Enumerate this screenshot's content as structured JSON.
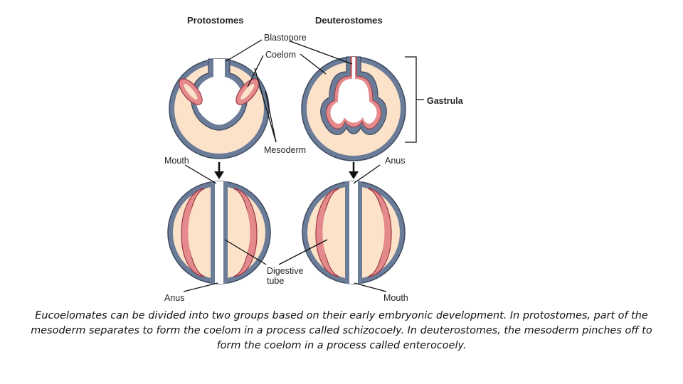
{
  "diagram": {
    "headings": {
      "left": "Protostomes",
      "right": "Deuterostomes"
    },
    "labels": {
      "blastopore": "Blastopore",
      "coelom": "Coelom",
      "mesoderm": "Mesoderm",
      "gastrula": "Gastrula",
      "mouth_left": "Mouth",
      "anus_right": "Anus",
      "digestive_line1": "Digestive",
      "digestive_line2": "tube",
      "anus_left": "Anus",
      "mouth_right": "Mouth"
    },
    "colors": {
      "ectoderm": "#6b7c98",
      "ectoderm_edge": "#3d4a60",
      "cytoplasm": "#fbe2c9",
      "mesoderm": "#e58a8c",
      "mesoderm_edge": "#9b3a45"
    }
  },
  "caption": "Eucoelomates can be divided into two groups based on their early embryonic development. In protostomes, part of the mesoderm separates to form the coelom in a process called schizocoely. In deuterostomes, the mesoderm pinches off to form the coelom in a process called enterocoely."
}
